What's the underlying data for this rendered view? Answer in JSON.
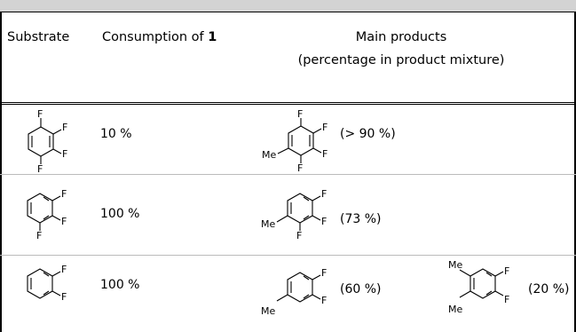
{
  "table": {
    "columns": {
      "substrate": "Substrate",
      "consumption_prefix": "Consumption of ",
      "consumption_bold": "1",
      "products_line1": "Main products",
      "products_line2": "(percentage in product mixture)"
    },
    "rows": [
      {
        "consumption": "10 %",
        "products": [
          {
            "percentage": "(> 90 %)"
          }
        ]
      },
      {
        "consumption": "100 %",
        "products": [
          {
            "percentage": "(73 %)"
          }
        ]
      },
      {
        "consumption": "100 %",
        "products": [
          {
            "percentage": "(60 %)"
          },
          {
            "percentage": "(20 %)"
          }
        ]
      }
    ]
  },
  "atom_labels": {
    "fluorine": "F",
    "methyl": "Me"
  }
}
